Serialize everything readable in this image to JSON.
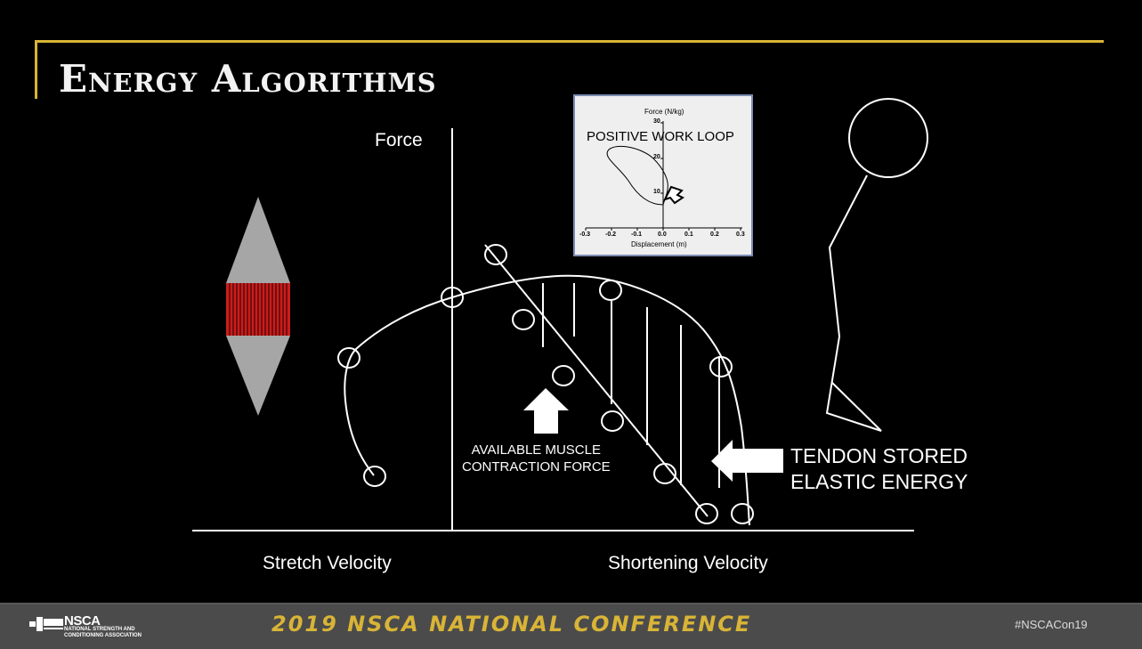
{
  "slide": {
    "title": "Energy Algorithms",
    "labels": {
      "force": "Force",
      "stretch_velocity": "Stretch Velocity",
      "shortening_velocity": "Shortening Velocity",
      "available_line1": "AVAILABLE MUSCLE",
      "available_line2": "CONTRACTION FORCE",
      "tendon_line1": "TENDON STORED",
      "tendon_line2": "ELASTIC ENERGY"
    },
    "inset": {
      "title": "POSITIVE WORK LOOP",
      "y_label": "Force (N/kg)",
      "x_label": "Displacement (m)",
      "y_ticks": [
        "30",
        "20",
        "10"
      ],
      "x_ticks": [
        "-0.3",
        "-0.2",
        "-0.1",
        "0.0",
        "0.1",
        "0.2",
        "0.3"
      ]
    }
  },
  "footer": {
    "logo_name": "NSCA",
    "logo_sub_line1": "NATIONAL STRENGTH AND",
    "logo_sub_line2": "CONDITIONING ASSOCIATION",
    "conference": "2019 NSCA NATIONAL CONFERENCE",
    "hashtag": "#NSCACon19"
  },
  "colors": {
    "accent": "#d9b436",
    "muscle_red": "#cc1c1c",
    "grey_shape": "#a6a6a6"
  }
}
